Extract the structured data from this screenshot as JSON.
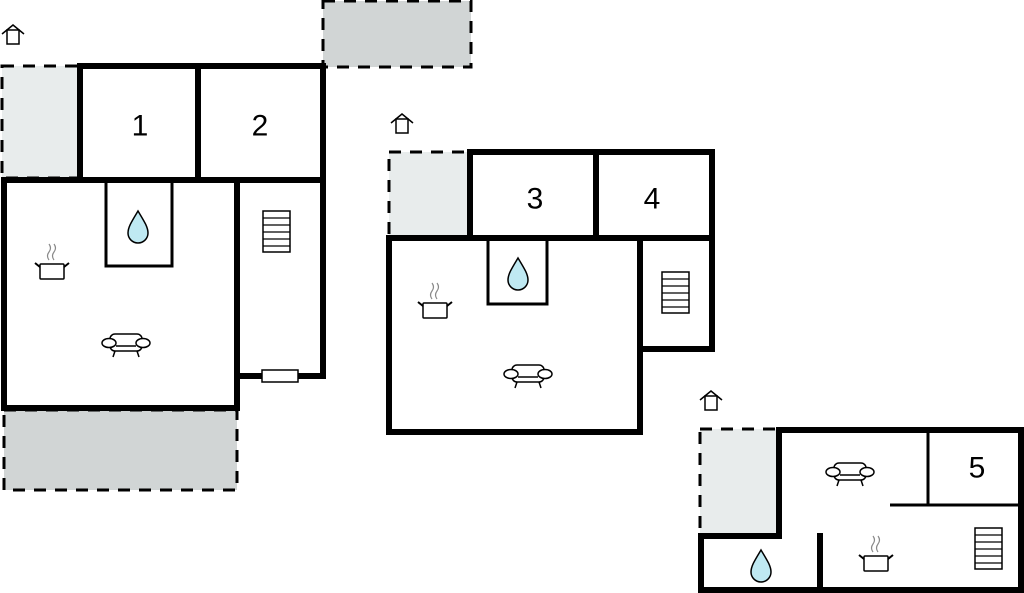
{
  "title": "Floor plan",
  "colors": {
    "terrace_light": "#e8ecec",
    "terrace_grey": "#d1d5d5",
    "water": "#bfe9f2",
    "wall": "#000000"
  },
  "rooms": [
    {
      "label": "1"
    },
    {
      "label": "2"
    },
    {
      "label": "3"
    },
    {
      "label": "4"
    },
    {
      "label": "5"
    }
  ],
  "icons": [
    "house-level-icon",
    "bathroom-drop-icon",
    "kitchen-pot-icon",
    "living-sofa-icon",
    "stairs-icon",
    "window-icon"
  ]
}
